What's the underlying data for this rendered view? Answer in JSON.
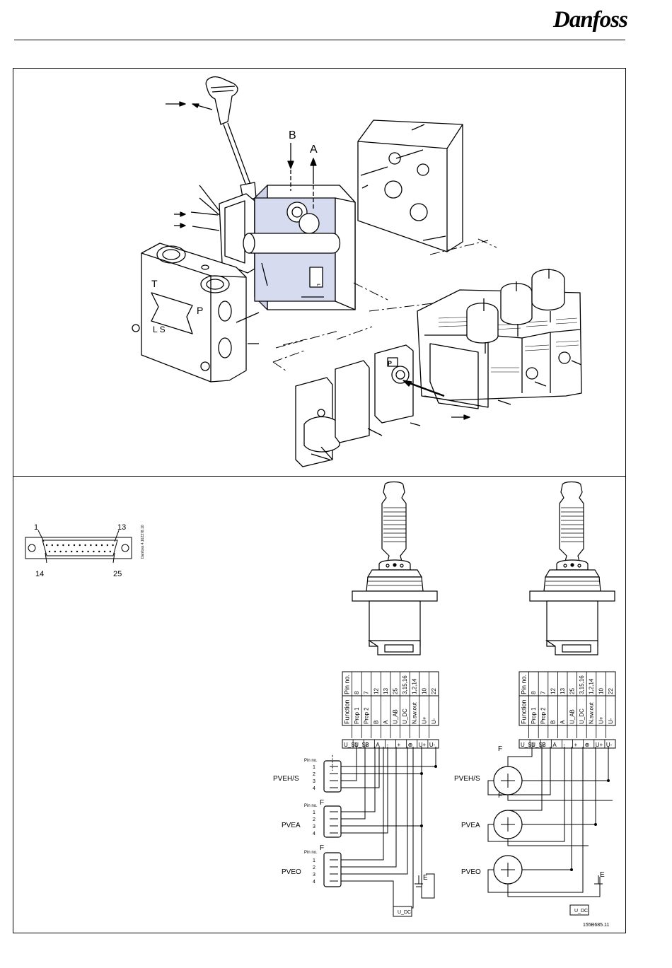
{
  "logo": {
    "text": "Danfoss"
  },
  "exploded_view": {
    "port_labels": {
      "b": "B",
      "a": "A"
    },
    "housing_letters": {
      "t": "T",
      "p": "P",
      "ls": "L S"
    },
    "cover_letter": "P"
  },
  "connector": {
    "pin_top_left": "1",
    "pin_top_right": "13",
    "pin_bottom_left": "14",
    "pin_bottom_right": "25",
    "code": "Danfoss 4.162378.10"
  },
  "pin_table": {
    "headers": {
      "function": "Function",
      "pin": "Pin no."
    },
    "rows": [
      {
        "function": "Prop 1",
        "pin": "8"
      },
      {
        "function": "Prop 2",
        "pin": "7"
      },
      {
        "function": "B",
        "pin": "12"
      },
      {
        "function": "A",
        "pin": "13"
      },
      {
        "function": "U_AB",
        "pin": "25"
      },
      {
        "function": "U_DC",
        "pin": "3,15,16"
      },
      {
        "function": "N.sw.out",
        "pin": "1,2,14"
      },
      {
        "function": "U+",
        "pin": "10"
      },
      {
        "function": "U-",
        "pin": "22"
      }
    ]
  },
  "pin_table_right": {
    "rows": [
      {
        "function": "Prop 1",
        "pin": "8"
      },
      {
        "function": "Prop 2",
        "pin": "7"
      },
      {
        "function": "B",
        "pin": "12"
      },
      {
        "function": "A",
        "pin": "13"
      },
      {
        "function": "U_AB",
        "pin": "25"
      },
      {
        "function": "U_DC",
        "pin": "3,15,16"
      },
      {
        "function": "N.sw.out",
        "pin": "1,2,14"
      },
      {
        "function": "U+",
        "pin": "10"
      },
      {
        "function": "U-",
        "pin": "22"
      }
    ]
  },
  "terminal_strip": [
    "U_S1",
    "U_S2",
    "B",
    "A",
    "-",
    "+",
    "⊕",
    "U+",
    "U-"
  ],
  "left_modules": {
    "pin_no": "Pin no.",
    "pins": [
      "1",
      "2",
      "3",
      "4"
    ],
    "names": [
      "PVEH/S",
      "PVEA",
      "PVEO"
    ],
    "fuse": "F",
    "earth": "E",
    "supply": "U_DC"
  },
  "right_modules": {
    "names": [
      "PVEH/S",
      "PVEA",
      "PVEO"
    ],
    "fuse": "F",
    "earth": "E",
    "supply": "U_DC"
  },
  "figure_code": "155B685.11"
}
